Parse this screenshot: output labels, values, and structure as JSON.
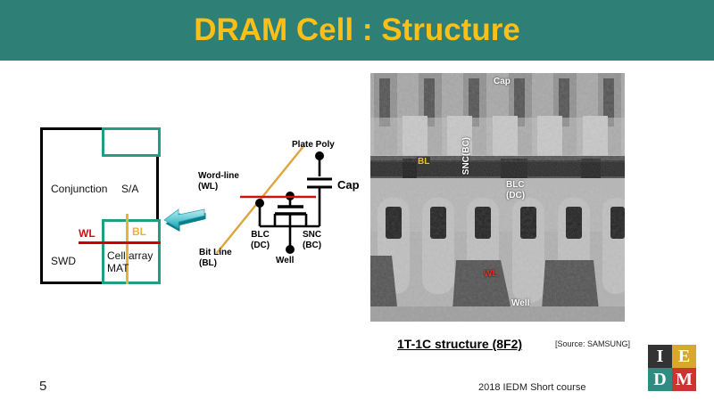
{
  "slide": {
    "title": "DRAM Cell : Structure",
    "title_bg_color": "#2e7f76",
    "title_text_color": "#fcbf17",
    "page_number": "5",
    "footer_text": "2018 IEDM Short course"
  },
  "block_diagram": {
    "labels": {
      "conjunction": "Conjunction",
      "sense_amp": "S/A",
      "swd": "SWD",
      "cell_array_mat": "Cell array\nMAT",
      "cell_array_mat_line1": "Cell array",
      "cell_array_mat_line2": "MAT",
      "wl": "WL",
      "bl": "BL"
    },
    "colors": {
      "outer_border": "#000000",
      "green_border": "#1f9e84",
      "wl_line": "#cc0000",
      "bl_line": "#e8b23c"
    }
  },
  "circuit": {
    "labels": {
      "plate_poly": "Plate Poly",
      "cap": "Cap",
      "word_line_l1": "Word-line",
      "word_line_l2": "(WL)",
      "bit_line_l1": "Bit Line",
      "bit_line_l2": "(BL)",
      "blc_l1": "BLC",
      "blc_l2": "(DC)",
      "snc_l1": "SNC",
      "snc_l2": "(BC)",
      "well": "Well"
    },
    "colors": {
      "wl_line": "#cc0000",
      "bl_line": "#e0a43c",
      "wire": "#000000"
    }
  },
  "tem_image": {
    "labels": {
      "cap": "Cap",
      "snc_bc": "SNC(BC)",
      "bl": "BL",
      "blc_l1": "BLC",
      "blc_l2": "(DC)",
      "wl": "WL",
      "well": "Well"
    },
    "colors": {
      "bl_label": "#f0bb2a",
      "wl_label": "#ef2a2a",
      "white_label": "#ffffff"
    }
  },
  "caption": {
    "main": "1T-1C structure (8F2)",
    "source": "[Source:  SAMSUNG]"
  },
  "logo": {
    "cells": [
      {
        "letter": "I",
        "bg": "#333333"
      },
      {
        "letter": "E",
        "bg": "#d9a62e"
      },
      {
        "letter": "D",
        "bg": "#2e8c81"
      },
      {
        "letter": "M",
        "bg": "#cc3333"
      }
    ]
  }
}
